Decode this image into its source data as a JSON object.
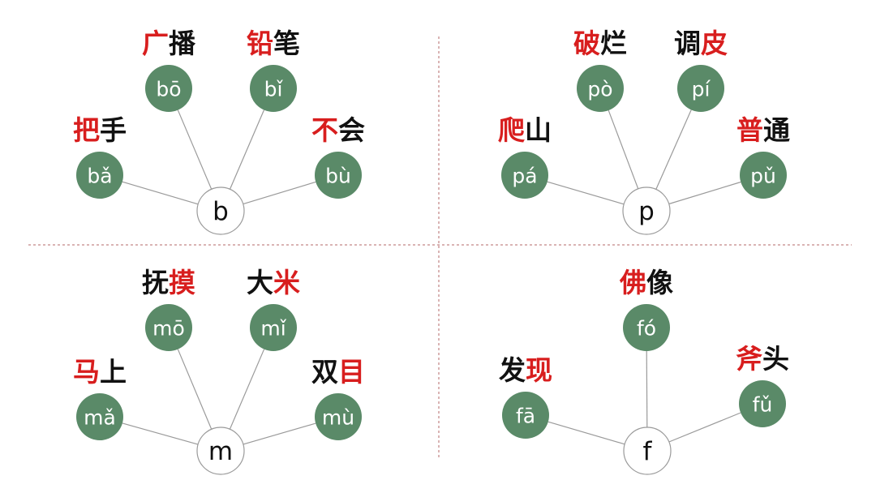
{
  "colors": {
    "node_fill": "#5a8a68",
    "highlight": "#d81e1e",
    "text": "#111111",
    "divider": "#b56a6a"
  },
  "groups": [
    {
      "initial": "b",
      "nodes": [
        {
          "pinyin": "bǎ",
          "word": [
            {
              "t": "把",
              "hl": true
            },
            {
              "t": "手",
              "hl": false
            }
          ]
        },
        {
          "pinyin": "bō",
          "word": [
            {
              "t": "广",
              "hl": true
            },
            {
              "t": "播",
              "hl": false
            }
          ]
        },
        {
          "pinyin": "bǐ",
          "word": [
            {
              "t": "铅",
              "hl": true
            },
            {
              "t": "笔",
              "hl": false
            }
          ]
        },
        {
          "pinyin": "bù",
          "word": [
            {
              "t": "不",
              "hl": true
            },
            {
              "t": "会",
              "hl": false
            }
          ]
        }
      ]
    },
    {
      "initial": "p",
      "nodes": [
        {
          "pinyin": "pá",
          "word": [
            {
              "t": "爬",
              "hl": true
            },
            {
              "t": "山",
              "hl": false
            }
          ]
        },
        {
          "pinyin": "pò",
          "word": [
            {
              "t": "破",
              "hl": true
            },
            {
              "t": "烂",
              "hl": false
            }
          ]
        },
        {
          "pinyin": "pí",
          "word": [
            {
              "t": "调",
              "hl": false
            },
            {
              "t": "皮",
              "hl": true
            }
          ]
        },
        {
          "pinyin": "pǔ",
          "word": [
            {
              "t": "普",
              "hl": true
            },
            {
              "t": "通",
              "hl": false
            }
          ]
        }
      ]
    },
    {
      "initial": "m",
      "nodes": [
        {
          "pinyin": "mǎ",
          "word": [
            {
              "t": "马",
              "hl": true
            },
            {
              "t": "上",
              "hl": false
            }
          ]
        },
        {
          "pinyin": "mō",
          "word": [
            {
              "t": "抚",
              "hl": false
            },
            {
              "t": "摸",
              "hl": true
            }
          ]
        },
        {
          "pinyin": "mǐ",
          "word": [
            {
              "t": "大",
              "hl": false
            },
            {
              "t": "米",
              "hl": true
            }
          ]
        },
        {
          "pinyin": "mù",
          "word": [
            {
              "t": "双",
              "hl": false
            },
            {
              "t": "目",
              "hl": true
            }
          ]
        }
      ]
    },
    {
      "initial": "f",
      "nodes": [
        {
          "pinyin": "fā",
          "word": [
            {
              "t": "发",
              "hl": false
            },
            {
              "t": "现",
              "hl": true
            }
          ]
        },
        {
          "pinyin": "fó",
          "word": [
            {
              "t": "佛",
              "hl": true
            },
            {
              "t": "像",
              "hl": false
            }
          ]
        },
        {
          "pinyin": "fǔ",
          "word": [
            {
              "t": "斧",
              "hl": true
            },
            {
              "t": "头",
              "hl": false
            }
          ]
        }
      ]
    }
  ]
}
